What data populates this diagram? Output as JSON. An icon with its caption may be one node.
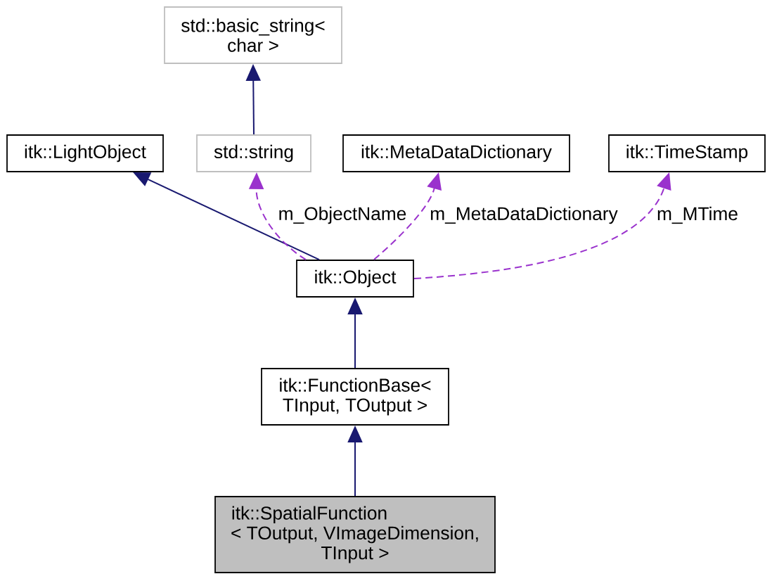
{
  "diagram": {
    "nodes": [
      {
        "text": [
          "std::basic_string< char >"
        ]
      },
      {
        "text": [
          "itk::LightObject"
        ]
      },
      {
        "text": [
          "std::string"
        ]
      },
      {
        "text": [
          "itk::MetaDataDictionary"
        ]
      },
      {
        "text": [
          "itk::TimeStamp"
        ]
      },
      {
        "text": [
          "itk::Object"
        ]
      },
      {
        "text": [
          "itk::FunctionBase< TInput, TOutput >"
        ]
      },
      {
        "text": [
          "itk::SpatialFunction < TOutput, VImageDimension, TInput >"
        ]
      }
    ],
    "edges": [
      {
        "from": 2,
        "to": 0,
        "arrow": "to"
      },
      {
        "from": 5,
        "to": 1,
        "arrow": "to"
      },
      {
        "from": 5,
        "to": 2,
        "arrow": "to",
        "label": "m_ObjectName",
        "style": "dashed",
        "color": "#9a32cd"
      },
      {
        "from": 5,
        "to": 3,
        "arrow": "to",
        "label": "m_MetaDataDictionary",
        "style": "dashed",
        "color": "#9a32cd"
      },
      {
        "from": 5,
        "to": 4,
        "arrow": "to",
        "label": "m_MTime",
        "style": "dashed",
        "color": "#9a32cd"
      },
      {
        "from": 6,
        "to": 5,
        "arrow": "to"
      },
      {
        "from": 7,
        "to": 6,
        "arrow": "to"
      }
    ]
  }
}
